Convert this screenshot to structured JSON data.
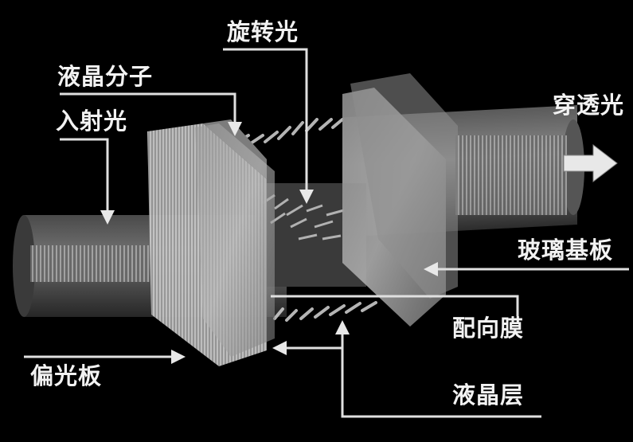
{
  "labels": {
    "rotated_light": "旋转光",
    "lc_molecule": "液晶分子",
    "incident_light": "入射光",
    "transmitted_light": "穿透光",
    "glass_substrate": "玻璃基板",
    "alignment_film": "配向膜",
    "polarizer": "偏光板",
    "lc_layer": "液晶层"
  }
}
